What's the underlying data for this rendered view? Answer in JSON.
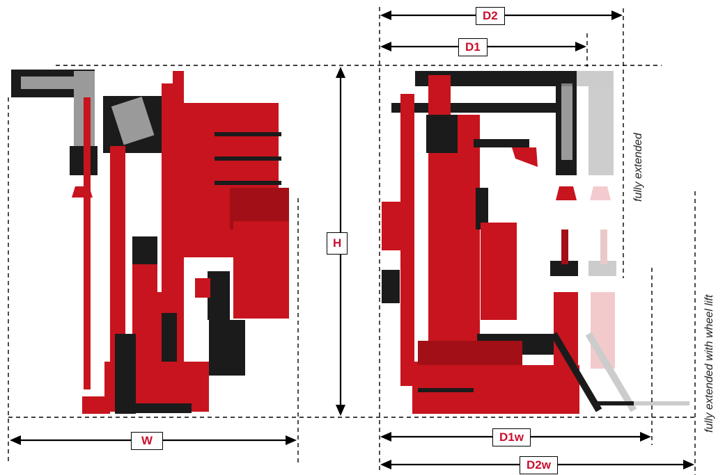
{
  "dimensions": {
    "d2": "D2",
    "d1": "D1",
    "h": "H",
    "w": "W",
    "d1w": "D1w",
    "d2w": "D2w"
  },
  "annotations": {
    "fully_extended": "fully extended",
    "fully_extended_wheel_lift": "fully extended with wheel lift"
  },
  "colors": {
    "machine_red": "#c8141e",
    "label_red": "#c8102e",
    "dark": "#1b1b1b"
  },
  "icons": [
    "front-view-machine",
    "side-view-machine",
    "ghost-extended-arm",
    "ghost-wheel-lift"
  ]
}
